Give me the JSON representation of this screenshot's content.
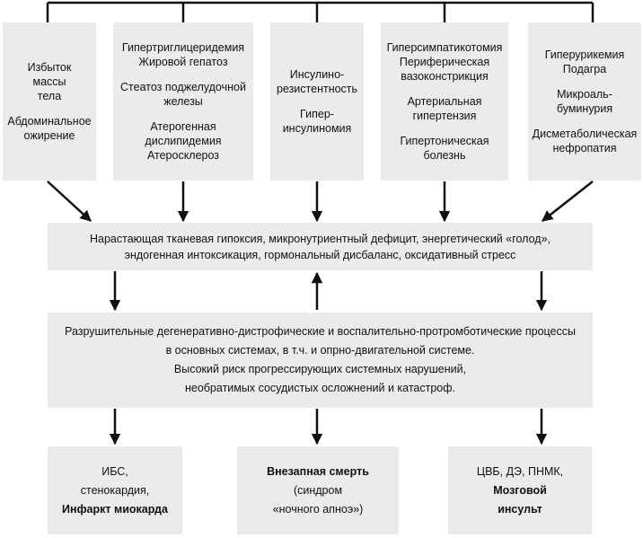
{
  "top_boxes": [
    {
      "paras": [
        [
          "Избыток",
          "массы",
          "тела"
        ],
        [
          "Абдоминальное",
          "ожирение"
        ]
      ]
    },
    {
      "paras": [
        [
          "Гипертриглицеридемия",
          "Жировой гепатоз"
        ],
        [
          "Стеатоз поджелудочной",
          "железы"
        ],
        [
          "Атерогенная",
          "дислипидемия",
          "Атеросклероз"
        ]
      ]
    },
    {
      "paras": [
        [
          "Инсулино-",
          "резистентность"
        ],
        [
          "Гипер-",
          "инсулиномия"
        ]
      ]
    },
    {
      "paras": [
        [
          "Гиперсимпатикотомия",
          "Периферическая",
          "вазоконстрикция"
        ],
        [
          "Артериальная",
          "гипертензия"
        ],
        [
          "Гипертоническая",
          "болезнь"
        ]
      ]
    },
    {
      "paras": [
        [
          "Гиперурикемия",
          "Подагра"
        ],
        [
          "Микроаль-",
          "буминурия"
        ],
        [
          "Дисметаболическая",
          "нефропатия"
        ]
      ]
    }
  ],
  "middle_box": {
    "lines": [
      "Нарастающая тканевая гипоксия, микронутриентный дефицит, энергетический «голод»,",
      "эндогенная интоксикация, гормональный дисбаланс, оксидативный стресс"
    ]
  },
  "process_box": {
    "lines": [
      "Разрушительные дегенеративно-дистрофические и воспалительно-протромботические процессы",
      "в основных системах, в т.ч. и опрно-двигательной системе.",
      "Высокий риск прогрессирующих системных нарушений,",
      "необратимых сосудистых осложнений и катастроф."
    ]
  },
  "outcomes": [
    {
      "line1": "ИБС,",
      "line2": "стенокардия,",
      "line3_bold": "Инфаркт миокарда"
    },
    {
      "line1_bold": "Внезапная смерть",
      "line2": "(синдром",
      "line3": "«ночного апноэ»)"
    },
    {
      "line1": "ЦВБ, ДЭ, ПНМК,",
      "line2_bold": "Мозговой",
      "line3_bold": "инсульт"
    }
  ]
}
